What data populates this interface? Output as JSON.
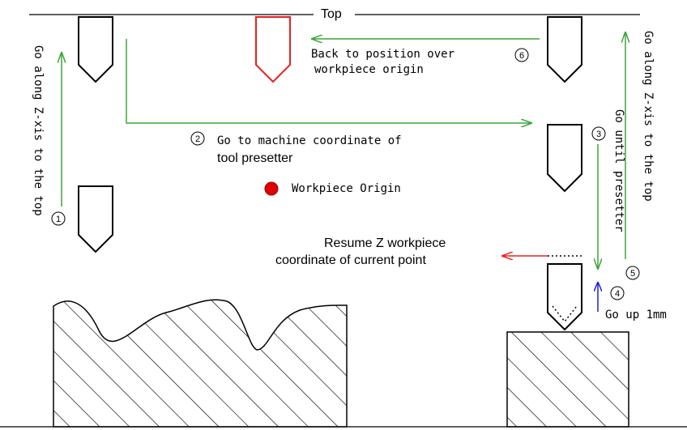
{
  "colors": {
    "green": "#3aa53a",
    "red": "#e82020",
    "blue": "#2020e0",
    "black": "#000000",
    "dot_red": "#e00000"
  },
  "labels": {
    "top": "Top",
    "step1_text": "Go along Z-xis to the top",
    "step2_line1": "Go to machine coordinate of",
    "step2_line2": "tool presetter",
    "origin": "Workpiece Origin",
    "step3_text": "Go until presetter",
    "step4_text": "Go up 1mm",
    "step5_text": "Go along Z-xis to the top",
    "step6_line1": "Back to position over",
    "step6_line2": "workpiece origin",
    "resume_line1": "Resume Z workpiece",
    "resume_line2": "coordinate of current point"
  },
  "steps": {
    "s1": "1",
    "s2": "2",
    "s3": "3",
    "s4": "4",
    "s5": "5",
    "s6": "6"
  }
}
